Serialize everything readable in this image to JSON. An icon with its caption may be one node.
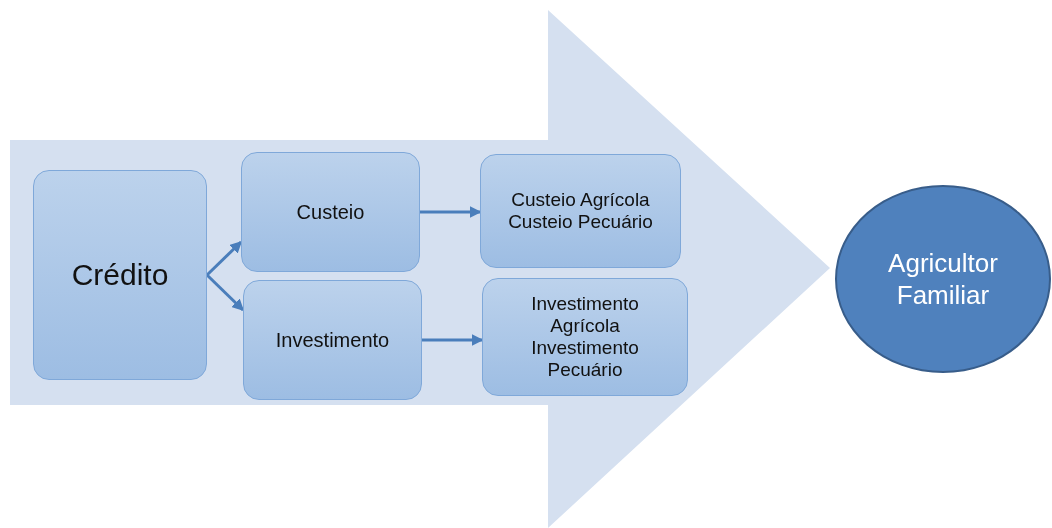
{
  "diagram": {
    "nodes": [
      {
        "text": [],
        "shape": "arrow"
      },
      {
        "text": [
          "Crédito"
        ],
        "in": 0
      },
      {
        "text": [
          "Custeio"
        ],
        "in": 0
      },
      {
        "text": [
          "Custeio Agrícola",
          "Custeio Pecuário"
        ],
        "in": 0
      },
      {
        "text": [
          "Investimento"
        ],
        "in": 0
      },
      {
        "text": [
          "Investimento Agrícola",
          "Investimento Pecuário"
        ],
        "in": 0
      },
      {
        "text": [
          "Agricultor Familiar"
        ]
      }
    ],
    "edges": [
      {
        "from": 1,
        "to": 2,
        "arrow": "to"
      },
      {
        "from": 1,
        "to": 4,
        "arrow": "to"
      },
      {
        "from": 2,
        "to": 3,
        "arrow": "to"
      },
      {
        "from": 4,
        "to": 5,
        "arrow": "to"
      }
    ]
  }
}
